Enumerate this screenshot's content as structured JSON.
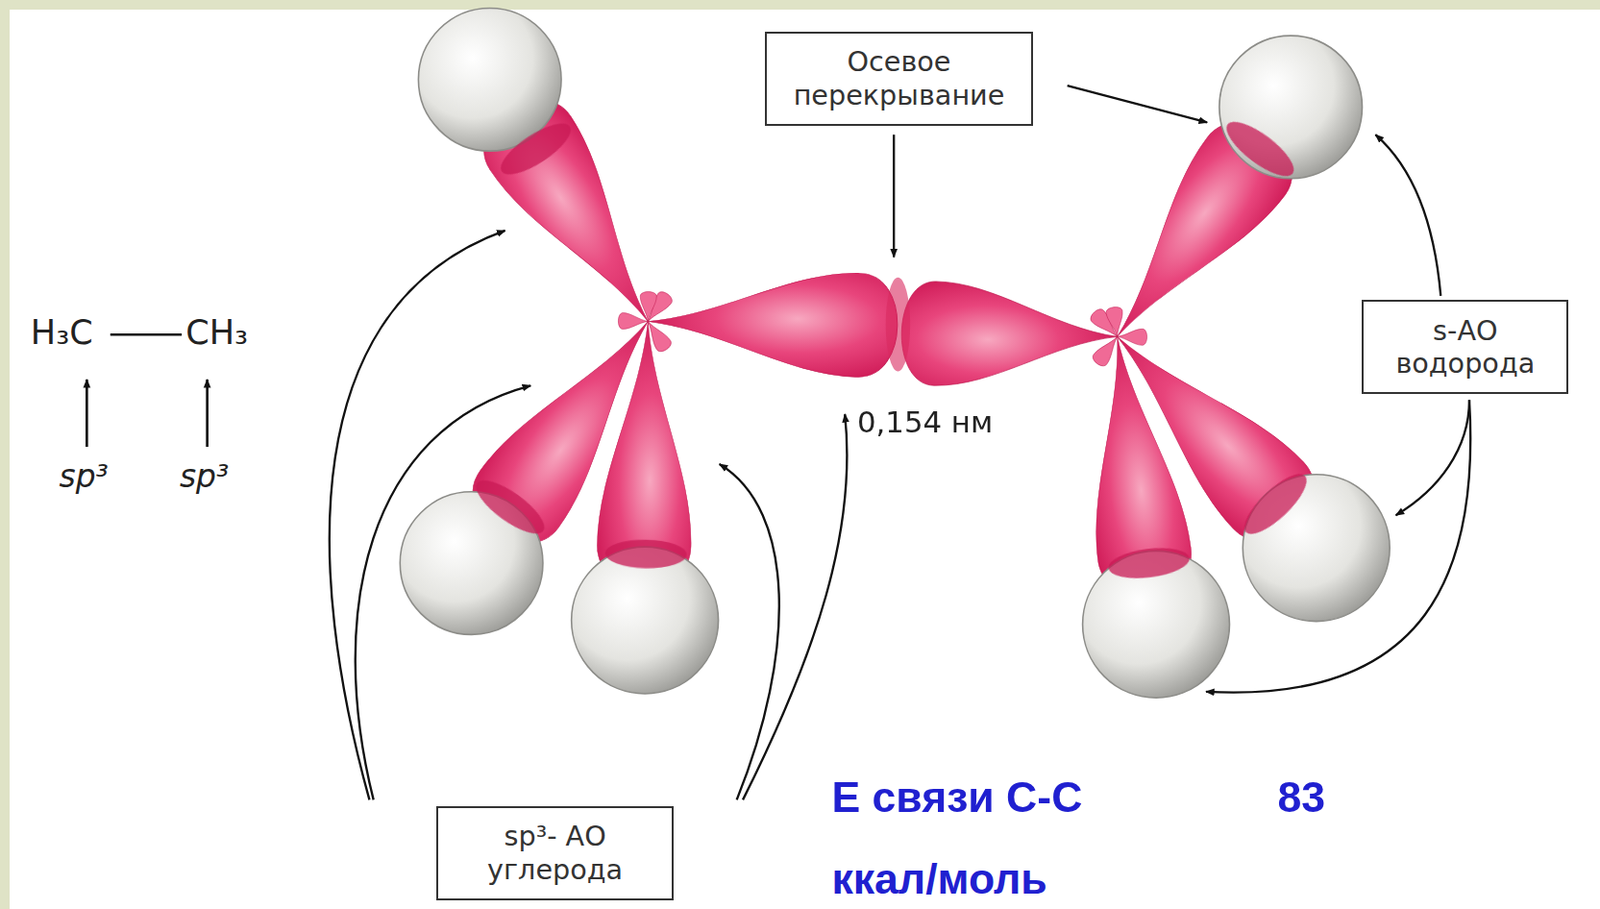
{
  "diagram": {
    "nodes": [
      {
        "text": [
          "Осевое перекрывание"
        ]
      },
      {
        "text": [
          "s-АО водорода"
        ]
      },
      {
        "text": [
          "sp³- АО углерода"
        ]
      }
    ],
    "labels": [
      "H₃C",
      "CH₃",
      "sp³",
      "sp³",
      "0,154 нм",
      "E связи C-C",
      "83",
      "ккал/моль"
    ]
  }
}
